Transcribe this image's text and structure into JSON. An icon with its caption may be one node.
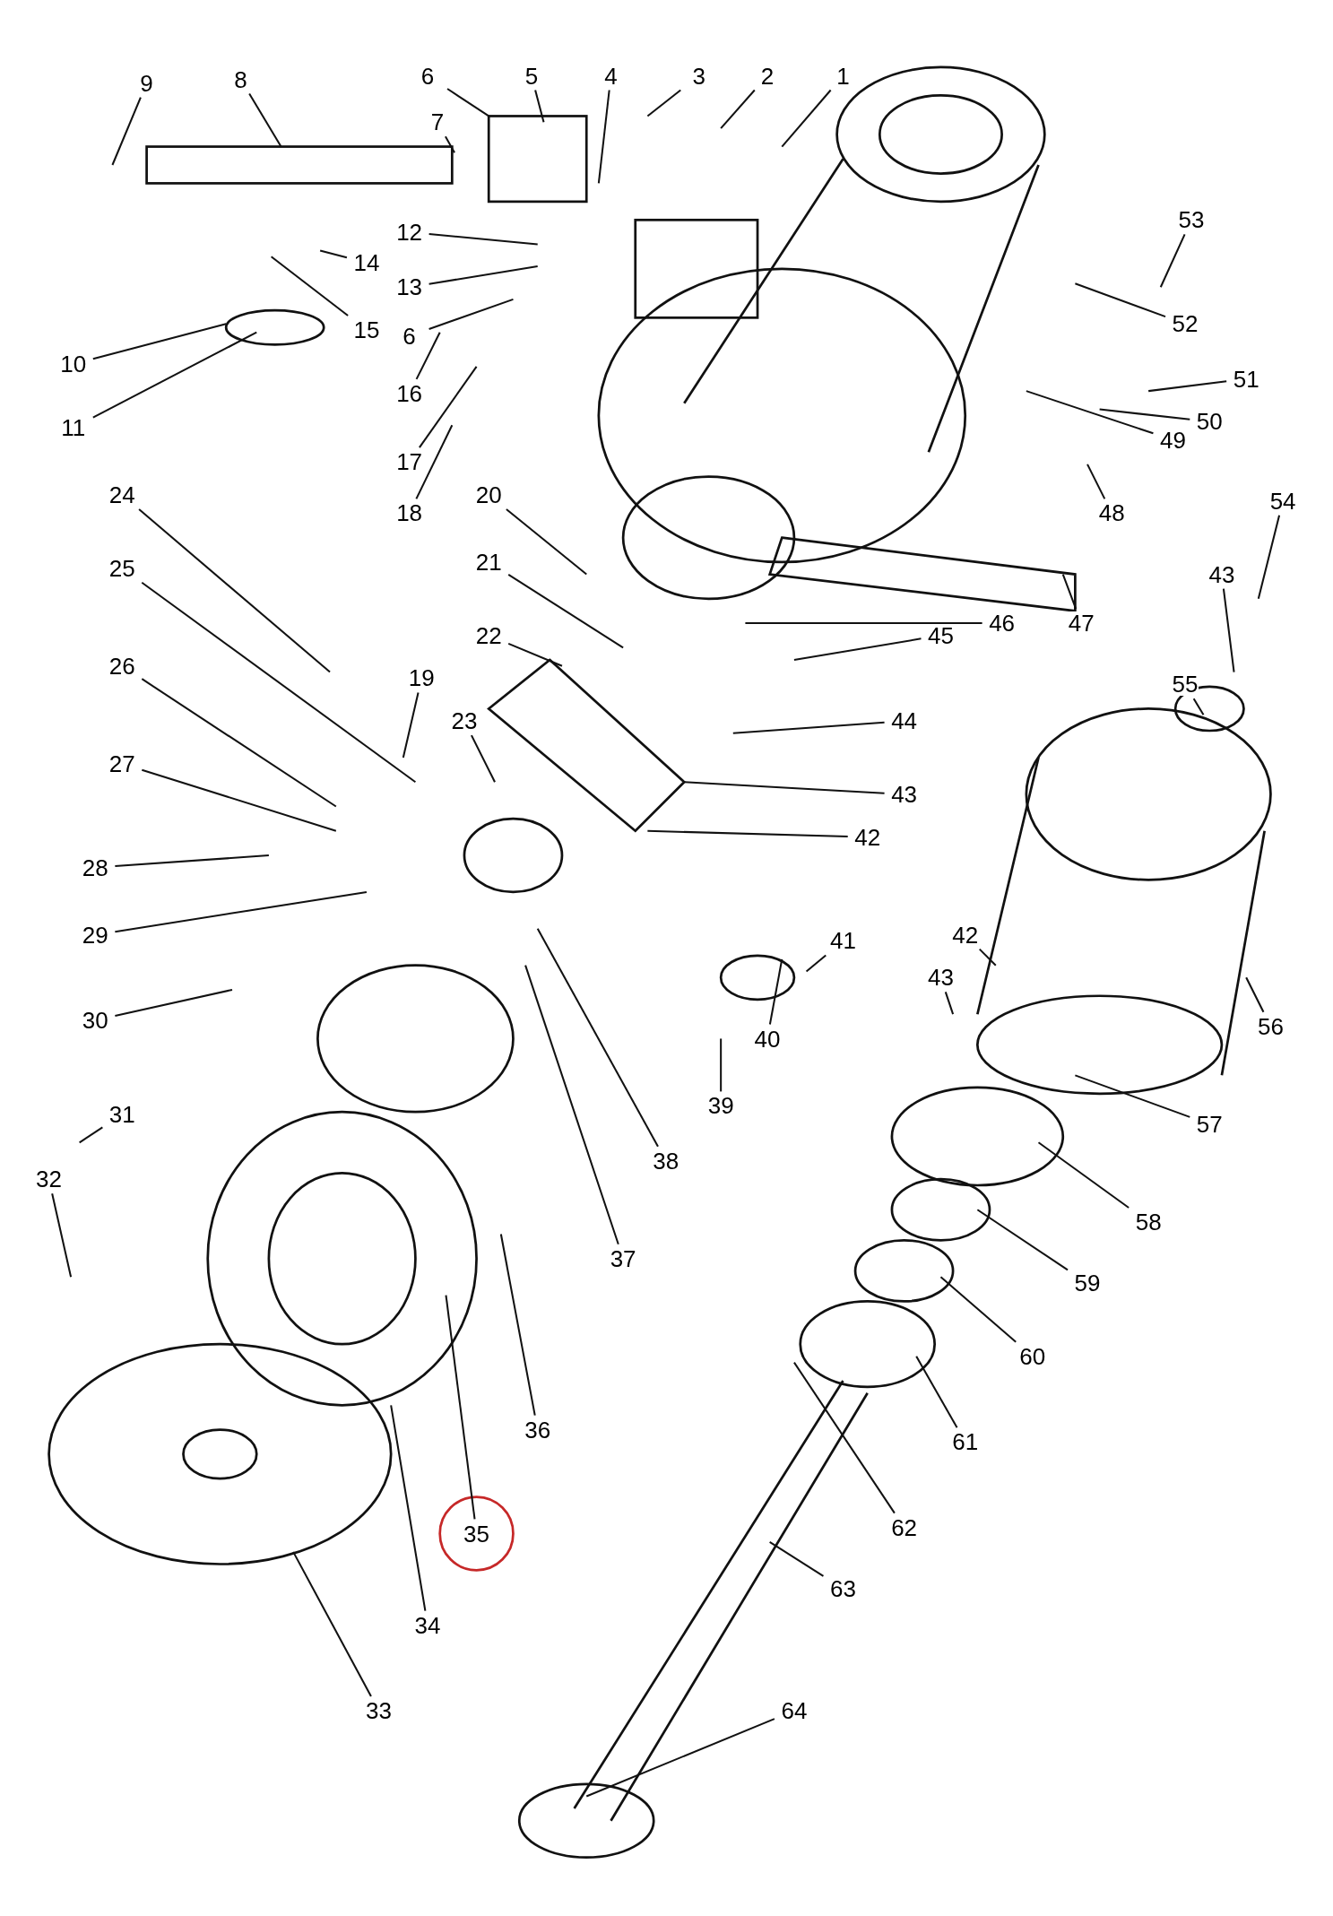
{
  "diagram": {
    "nodes": [
      {
        "text": [
          "1"
        ]
      },
      {
        "text": [
          "2"
        ]
      },
      {
        "text": [
          "3"
        ]
      },
      {
        "text": [
          "4"
        ]
      },
      {
        "text": [
          "5"
        ]
      },
      {
        "text": [
          "6"
        ]
      },
      {
        "text": [
          "7"
        ]
      },
      {
        "text": [
          "8"
        ]
      },
      {
        "text": [
          "9"
        ]
      },
      {
        "text": [
          "10"
        ]
      },
      {
        "text": [
          "11"
        ]
      },
      {
        "text": [
          "12"
        ]
      },
      {
        "text": [
          "13"
        ]
      },
      {
        "text": [
          "14"
        ]
      },
      {
        "text": [
          "15"
        ]
      },
      {
        "text": [
          "6"
        ]
      },
      {
        "text": [
          "16"
        ]
      },
      {
        "text": [
          "17"
        ]
      },
      {
        "text": [
          "18"
        ]
      },
      {
        "text": [
          "19"
        ]
      },
      {
        "text": [
          "20"
        ]
      },
      {
        "text": [
          "21"
        ]
      },
      {
        "text": [
          "22"
        ]
      },
      {
        "text": [
          "23"
        ]
      },
      {
        "text": [
          "24"
        ]
      },
      {
        "text": [
          "25"
        ]
      },
      {
        "text": [
          "26"
        ]
      },
      {
        "text": [
          "27"
        ]
      },
      {
        "text": [
          "28"
        ]
      },
      {
        "text": [
          "29"
        ]
      },
      {
        "text": [
          "30"
        ]
      },
      {
        "text": [
          "31"
        ]
      },
      {
        "text": [
          "32"
        ]
      },
      {
        "text": [
          "33"
        ]
      },
      {
        "text": [
          "34"
        ]
      },
      {
        "text": [
          "35"
        ]
      },
      {
        "text": [
          "36"
        ]
      },
      {
        "text": [
          "37"
        ]
      },
      {
        "text": [
          "38"
        ]
      },
      {
        "text": [
          "39"
        ]
      },
      {
        "text": [
          "40"
        ]
      },
      {
        "text": [
          "41"
        ]
      },
      {
        "text": [
          "42"
        ]
      },
      {
        "text": [
          "43"
        ]
      },
      {
        "text": [
          "44"
        ]
      },
      {
        "text": [
          "45"
        ]
      },
      {
        "text": [
          "46"
        ]
      },
      {
        "text": [
          "47"
        ]
      },
      {
        "text": [
          "48"
        ]
      },
      {
        "text": [
          "49"
        ]
      },
      {
        "text": [
          "50"
        ]
      },
      {
        "text": [
          "51"
        ]
      },
      {
        "text": [
          "52"
        ]
      },
      {
        "text": [
          "53"
        ]
      },
      {
        "text": [
          "54"
        ]
      },
      {
        "text": [
          "43"
        ]
      },
      {
        "text": [
          "55"
        ]
      },
      {
        "text": [
          "42"
        ]
      },
      {
        "text": [
          "43"
        ]
      },
      {
        "text": [
          "56"
        ]
      },
      {
        "text": [
          "57"
        ]
      },
      {
        "text": [
          "58"
        ]
      },
      {
        "text": [
          "59"
        ]
      },
      {
        "text": [
          "60"
        ]
      },
      {
        "text": [
          "61"
        ]
      },
      {
        "text": [
          "62"
        ]
      },
      {
        "text": [
          "63"
        ]
      },
      {
        "text": [
          "64"
        ]
      }
    ],
    "edges": [
      {
        "from": 0,
        "to": null,
        "arrow": "none"
      },
      {
        "from": 1,
        "to": null,
        "arrow": "none"
      },
      {
        "from": 2,
        "to": null,
        "arrow": "none"
      },
      {
        "from": 3,
        "to": null,
        "arrow": "none"
      },
      {
        "from": 4,
        "to": null,
        "arrow": "none"
      },
      {
        "from": 5,
        "to": null,
        "arrow": "none"
      },
      {
        "from": 6,
        "to": null,
        "arrow": "none"
      },
      {
        "from": 7,
        "to": null,
        "arrow": "none"
      },
      {
        "from": 8,
        "to": null,
        "arrow": "none"
      },
      {
        "from": 9,
        "to": null,
        "arrow": "none"
      },
      {
        "from": 10,
        "to": null,
        "arrow": "none"
      },
      {
        "from": 11,
        "to": null,
        "arrow": "none"
      },
      {
        "from": 12,
        "to": null,
        "arrow": "none"
      },
      {
        "from": 13,
        "to": null,
        "arrow": "none"
      },
      {
        "from": 14,
        "to": null,
        "arrow": "none"
      },
      {
        "from": 15,
        "to": null,
        "arrow": "none"
      },
      {
        "from": 16,
        "to": null,
        "arrow": "none"
      },
      {
        "from": 17,
        "to": null,
        "arrow": "none"
      },
      {
        "from": 18,
        "to": null,
        "arrow": "none"
      },
      {
        "from": 19,
        "to": null,
        "arrow": "none"
      },
      {
        "from": 20,
        "to": null,
        "arrow": "none"
      },
      {
        "from": 21,
        "to": null,
        "arrow": "none"
      },
      {
        "from": 22,
        "to": null,
        "arrow": "none"
      },
      {
        "from": 23,
        "to": null,
        "arrow": "none"
      },
      {
        "from": 24,
        "to": null,
        "arrow": "none"
      },
      {
        "from": 25,
        "to": null,
        "arrow": "none"
      },
      {
        "from": 26,
        "to": null,
        "arrow": "none"
      },
      {
        "from": 27,
        "to": null,
        "arrow": "none"
      },
      {
        "from": 28,
        "to": null,
        "arrow": "none"
      },
      {
        "from": 29,
        "to": null,
        "arrow": "none"
      },
      {
        "from": 30,
        "to": null,
        "arrow": "none"
      },
      {
        "from": 31,
        "to": null,
        "arrow": "none"
      },
      {
        "from": 32,
        "to": null,
        "arrow": "none"
      },
      {
        "from": 33,
        "to": null,
        "arrow": "none"
      },
      {
        "from": 34,
        "to": null,
        "arrow": "none"
      },
      {
        "from": 35,
        "to": null,
        "arrow": "none"
      },
      {
        "from": 36,
        "to": null,
        "arrow": "none"
      },
      {
        "from": 37,
        "to": null,
        "arrow": "none"
      },
      {
        "from": 38,
        "to": null,
        "arrow": "none"
      },
      {
        "from": 39,
        "to": null,
        "arrow": "none"
      },
      {
        "from": 40,
        "to": null,
        "arrow": "none"
      },
      {
        "from": 41,
        "to": null,
        "arrow": "none"
      },
      {
        "from": 42,
        "to": null,
        "arrow": "none"
      },
      {
        "from": 43,
        "to": null,
        "arrow": "none"
      },
      {
        "from": 44,
        "to": null,
        "arrow": "none"
      },
      {
        "from": 45,
        "to": null,
        "arrow": "none"
      },
      {
        "from": 46,
        "to": null,
        "arrow": "none"
      },
      {
        "from": 47,
        "to": null,
        "arrow": "none"
      },
      {
        "from": 48,
        "to": null,
        "arrow": "none"
      },
      {
        "from": 49,
        "to": null,
        "arrow": "none"
      },
      {
        "from": 50,
        "to": null,
        "arrow": "none"
      },
      {
        "from": 51,
        "to": null,
        "arrow": "none"
      },
      {
        "from": 52,
        "to": null,
        "arrow": "none"
      },
      {
        "from": 53,
        "to": null,
        "arrow": "none"
      },
      {
        "from": 54,
        "to": null,
        "arrow": "none"
      },
      {
        "from": 55,
        "to": null,
        "arrow": "none"
      },
      {
        "from": 56,
        "to": null,
        "arrow": "none"
      },
      {
        "from": 57,
        "to": null,
        "arrow": "none"
      },
      {
        "from": 58,
        "to": null,
        "arrow": "none"
      },
      {
        "from": 59,
        "to": null,
        "arrow": "none"
      },
      {
        "from": 60,
        "to": null,
        "arrow": "none"
      },
      {
        "from": 61,
        "to": null,
        "arrow": "none"
      },
      {
        "from": 62,
        "to": null,
        "arrow": "none"
      },
      {
        "from": 63,
        "to": null,
        "arrow": "none"
      },
      {
        "from": 64,
        "to": null,
        "arrow": "none"
      },
      {
        "from": 65,
        "to": null,
        "arrow": "none"
      },
      {
        "from": 66,
        "to": null,
        "arrow": "none"
      },
      {
        "from": 67,
        "to": null,
        "arrow": "none"
      }
    ]
  }
}
